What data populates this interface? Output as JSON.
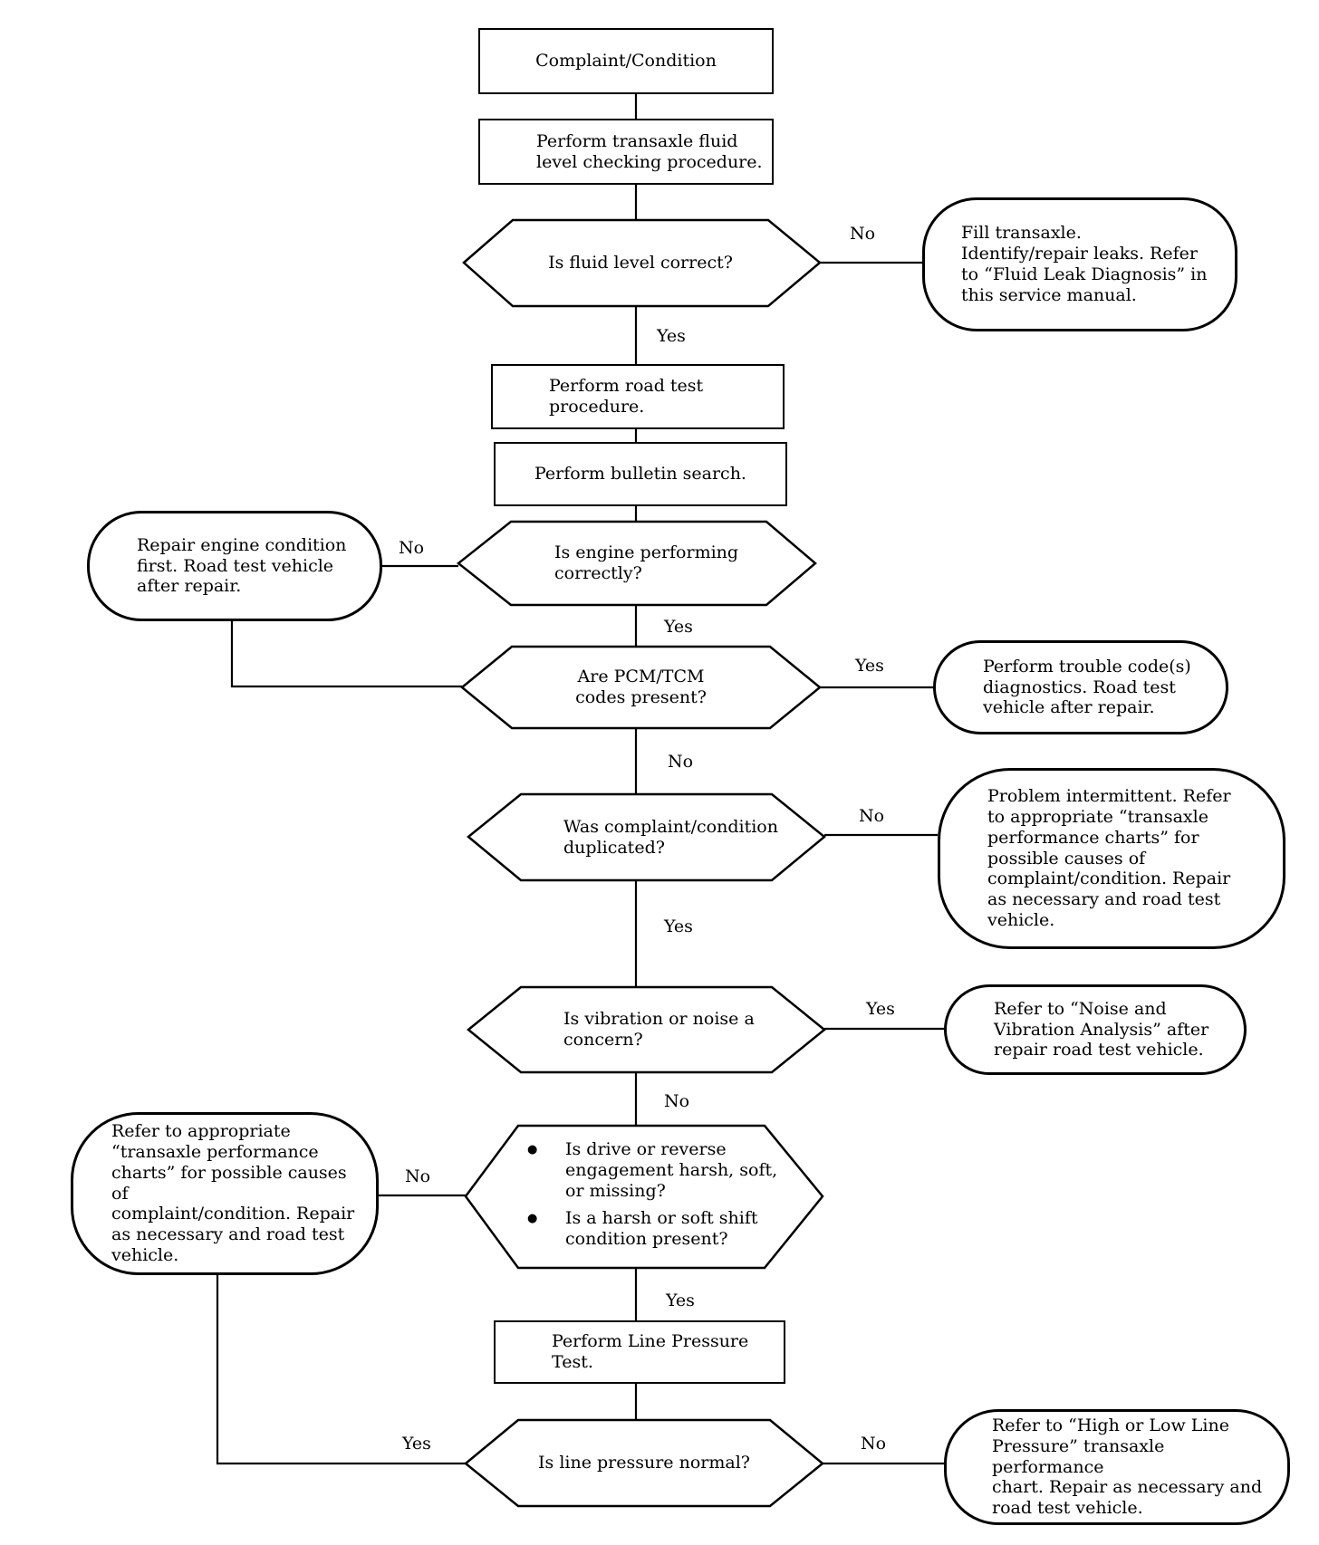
{
  "nodes": {
    "complaint": "Complaint/Condition",
    "fluid_check": "Perform transaxle fluid\nlevel checking procedure.",
    "fluid_q": "Is fluid level correct?",
    "fill_transaxle": "Fill transaxle.\nIdentify/repair leaks. Refer\nto “Fluid Leak Diagnosis” in\nthis service manual.",
    "road_test": "Perform road test\nprocedure.",
    "bulletin": "Perform bulletin search.",
    "engine_q": "Is engine performing\ncorrectly?",
    "repair_engine": "Repair engine condition\nfirst. Road test vehicle\nafter repair.",
    "codes_q": "Are PCM/TCM\ncodes present?",
    "trouble_codes": "Perform trouble code(s)\ndiagnostics. Road test\nvehicle after repair.",
    "duplicated_q": "Was complaint/condition\nduplicated?",
    "intermittent": "Problem intermittent. Refer\nto appropriate “transaxle\nperformance charts” for\npossible causes of\ncomplaint/condition. Repair\nas necessary and road test\nvehicle.",
    "vibration_q": "Is vibration or noise a\nconcern?",
    "noise_vib": "Refer to “Noise and\nVibration Analysis” after\nrepair road test vehicle.",
    "engagement_q": [
      "Is drive or reverse\nengagement harsh, soft,\nor missing?",
      "Is a harsh or soft shift\ncondition present?"
    ],
    "perf_charts": "Refer to appropriate\n“transaxle performance\ncharts” for possible causes of\ncomplaint/condition. Repair\nas necessary and road test\nvehicle.",
    "line_pressure_test": "Perform Line Pressure\nTest.",
    "line_pressure_q": "Is line pressure normal?",
    "high_low": "Refer to “High or Low Line\nPressure” transaxle performance\nchart. Repair as necessary and\nroad test vehicle."
  },
  "labels": {
    "fluid_no": "No",
    "fluid_yes": "Yes",
    "engine_no": "No",
    "engine_yes": "Yes",
    "codes_yes": "Yes",
    "codes_no": "No",
    "dup_no": "No",
    "dup_yes": "Yes",
    "vib_yes": "Yes",
    "vib_no": "No",
    "eng_no": "No",
    "eng_yes": "Yes",
    "lp_yes": "Yes",
    "lp_no": "No"
  }
}
